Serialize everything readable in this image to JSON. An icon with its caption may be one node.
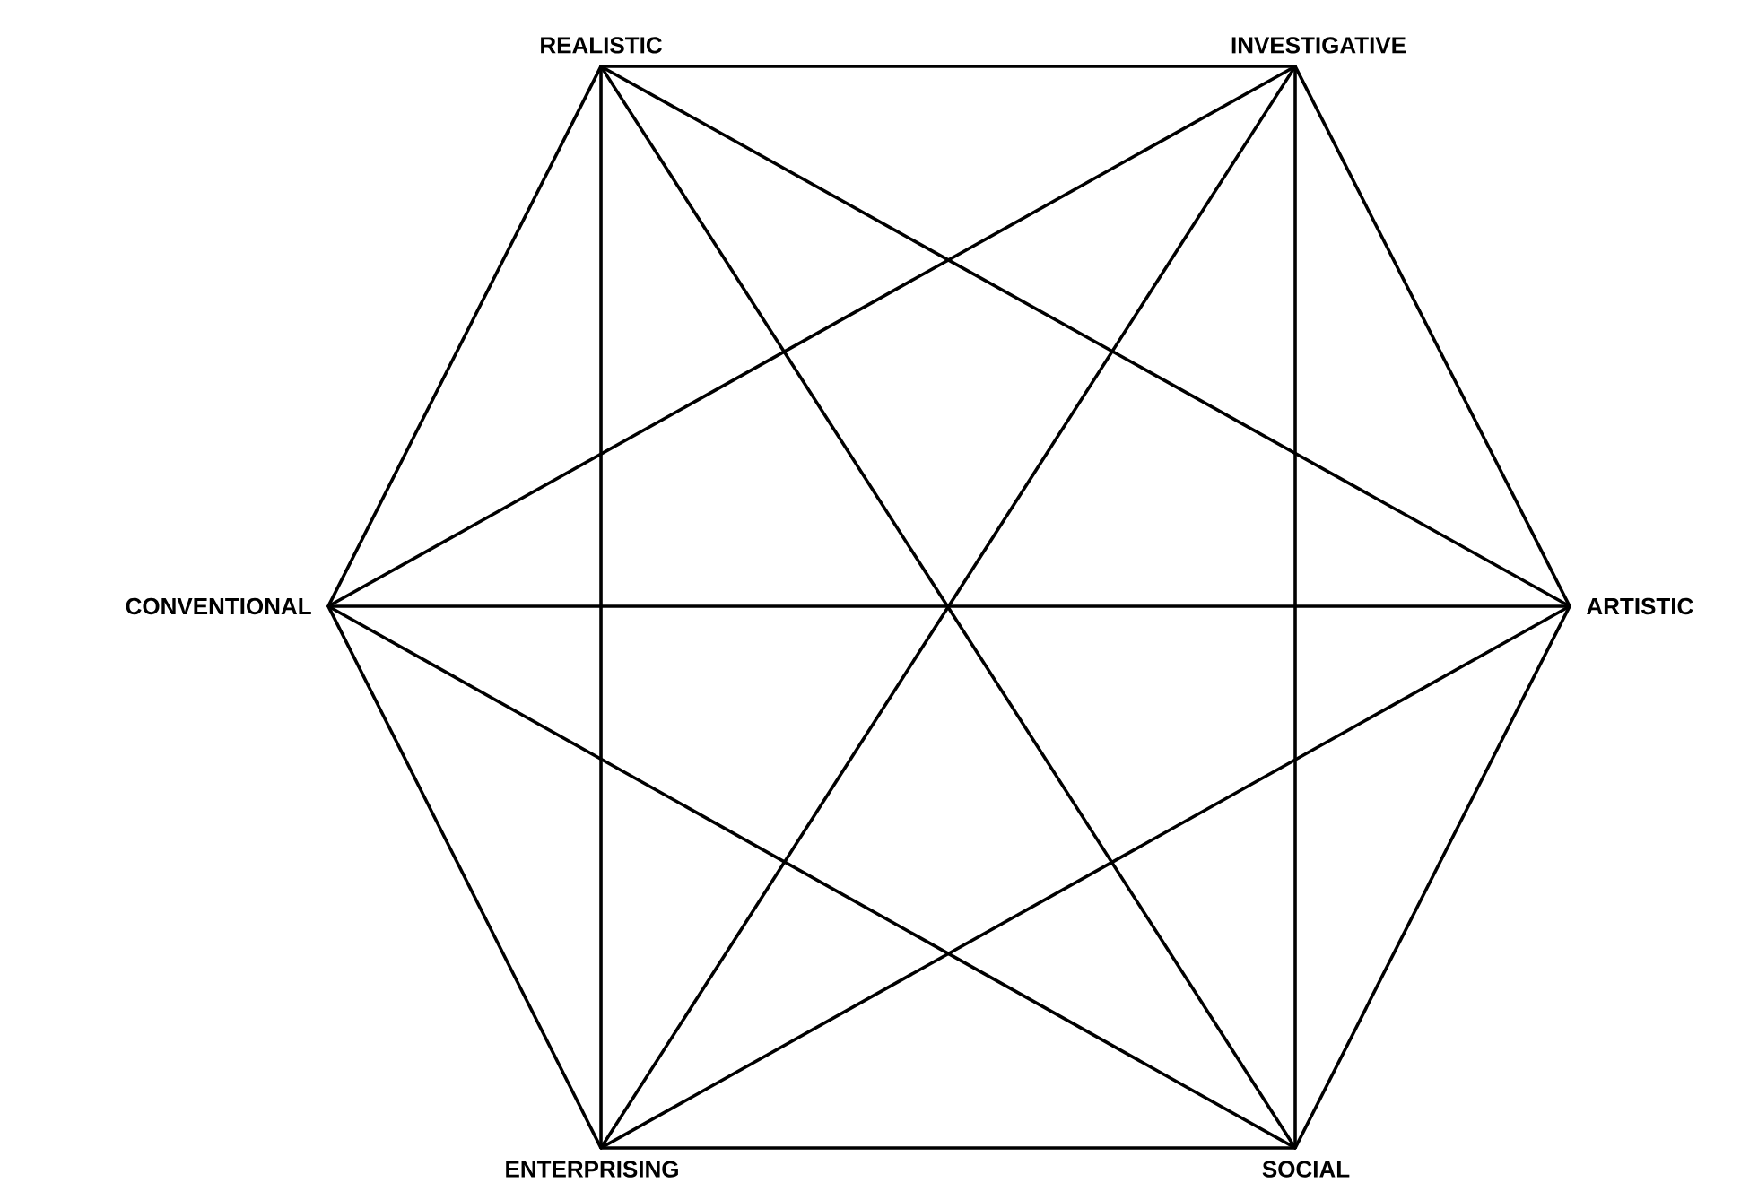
{
  "diagram": {
    "nodes": [
      {
        "text": [
          "REALISTIC"
        ]
      },
      {
        "text": [
          "INVESTIGATIVE"
        ]
      },
      {
        "text": [
          "CONVENTIONAL"
        ]
      },
      {
        "text": [
          "ARTISTIC"
        ]
      },
      {
        "text": [
          "ENTERPRISING"
        ]
      },
      {
        "text": [
          "SOCIAL"
        ]
      }
    ],
    "edges": [
      {
        "from": 0,
        "to": 1,
        "arrow": "none"
      },
      {
        "from": 0,
        "to": 2,
        "arrow": "none"
      },
      {
        "from": 0,
        "to": 3,
        "arrow": "none"
      },
      {
        "from": 0,
        "to": 4,
        "arrow": "none"
      },
      {
        "from": 0,
        "to": 5,
        "arrow": "none"
      },
      {
        "from": 1,
        "to": 2,
        "arrow": "none"
      },
      {
        "from": 1,
        "to": 3,
        "arrow": "none"
      },
      {
        "from": 1,
        "to": 4,
        "arrow": "none"
      },
      {
        "from": 1,
        "to": 5,
        "arrow": "none"
      },
      {
        "from": 2,
        "to": 3,
        "arrow": "none"
      },
      {
        "from": 2,
        "to": 4,
        "arrow": "none"
      },
      {
        "from": 2,
        "to": 5,
        "arrow": "none"
      },
      {
        "from": 3,
        "to": 4,
        "arrow": "none"
      },
      {
        "from": 3,
        "to": 5,
        "arrow": "none"
      },
      {
        "from": 4,
        "to": 5,
        "arrow": "none"
      }
    ]
  }
}
